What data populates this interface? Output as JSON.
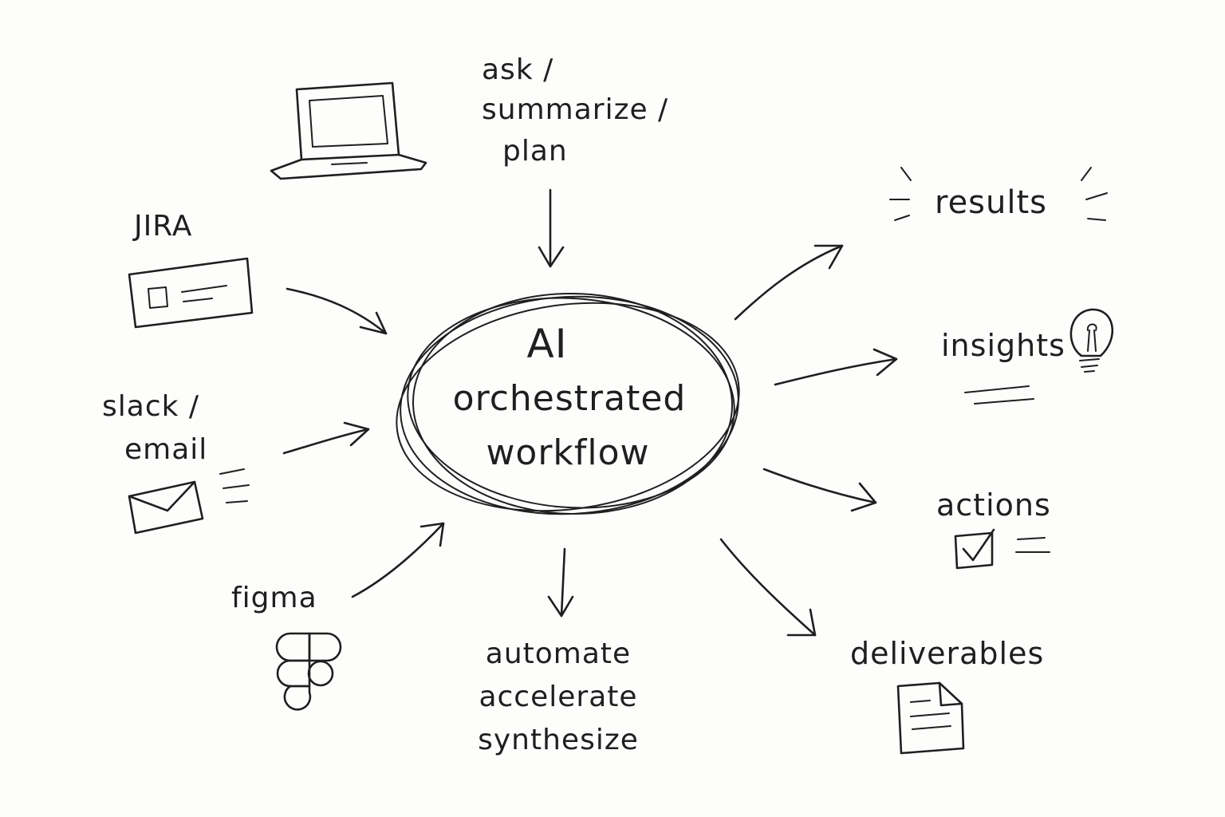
{
  "center": {
    "line1": "AI",
    "line2": "orchestrated",
    "line3": "workflow"
  },
  "inputs": {
    "ask": {
      "line1": "ask /",
      "line2": "summarize /",
      "line3": "plan"
    },
    "jira": "JIRA",
    "slack": {
      "line1": "slack /",
      "line2": "email"
    },
    "figma": "figma"
  },
  "process": {
    "line1": "automate",
    "line2": "accelerate",
    "line3": "synthesize"
  },
  "outputs": {
    "results": "results",
    "insights": "insights",
    "actions": "actions",
    "deliverables": "deliverables"
  },
  "icons": {
    "laptop": "laptop-icon",
    "jira": "jira-ticket-icon",
    "email": "envelope-icon",
    "figma": "figma-logo-icon",
    "insights": "lightbulb-icon",
    "actions": "checkbox-icon",
    "deliverables": "document-icon"
  },
  "colors": {
    "ink": "#1f1f1f",
    "paper": "#fdfdfc"
  }
}
